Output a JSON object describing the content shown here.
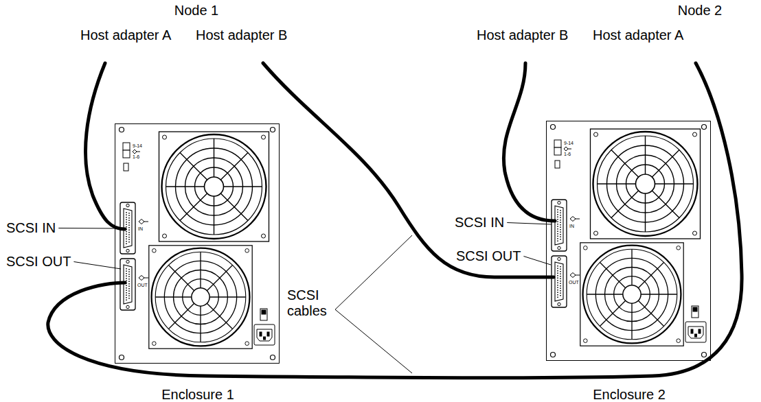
{
  "diagram": {
    "nodes": [
      {
        "text": [
          "Enclosure 1",
          "9-14",
          "1-6",
          "IN",
          "OUT"
        ]
      },
      {
        "text": [
          "Enclosure 2",
          "9-14",
          "1-6",
          "IN",
          "OUT"
        ]
      }
    ],
    "labels": [
      "Node 1",
      "Host adapter A",
      "Host adapter B",
      "Node 2",
      "Host adapter B",
      "Host adapter A",
      "SCSI IN",
      "SCSI OUT",
      "SCSI IN",
      "SCSI OUT",
      "SCSI cables"
    ]
  }
}
